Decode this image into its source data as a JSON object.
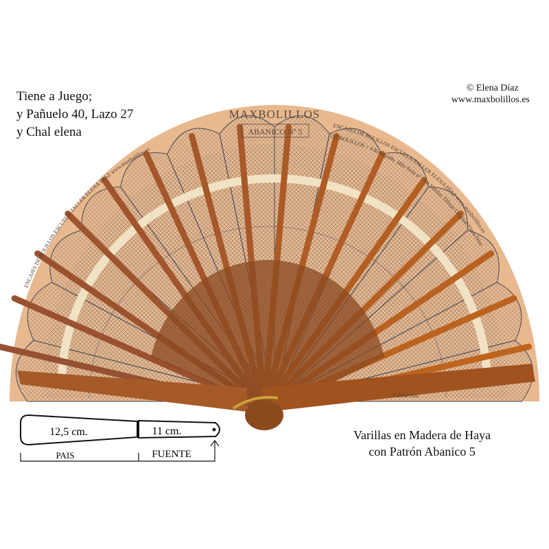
{
  "matching": {
    "line1": "Tiene a Juego;",
    "line2": "y Pañuelo 40, Lazo 27",
    "line3": "y Chal elena"
  },
  "credit": {
    "copyright": "© Elena Díaz",
    "website": "www.maxbolillos.es"
  },
  "fan_card": {
    "brand": "MAXBOLILLOS",
    "pattern": "ABANICO Nº 5",
    "school": "ENCAJES DE BOLILLOS ESCUELA-TALLER ELENA DÍAZ www.maxbolillos.es",
    "specs": "132 BOLILLOS + 4 Reseguido. Hilo Seda nº 70 ó Similar. Dibujo Original Elena Díaz",
    "stick_mark": "© Elena Díaz"
  },
  "diagram": {
    "pais_length": "12,5  cm.",
    "fuente_length": "11 cm.",
    "pais_label": "PAIS",
    "fuente_label": "FUENTE"
  },
  "caption": {
    "line1": "Varillas en Madera de Haya",
    "line2": "con Patrón Abanico 5"
  },
  "colors": {
    "card": "#e8b98f",
    "lace": "#4a4a55",
    "wood": "#a0522d",
    "ribbon": "#f2e2c4"
  }
}
